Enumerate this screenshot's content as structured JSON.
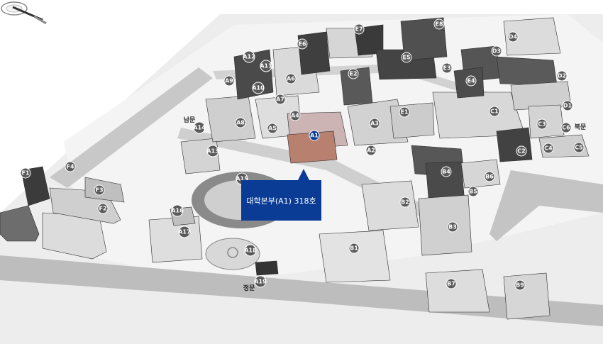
{
  "map": {
    "callout": {
      "label": "대학본부(A1) 318호"
    },
    "highlight": {
      "id": "A1"
    },
    "markers": [
      "A2",
      "A3",
      "A4",
      "A5",
      "A6",
      "A7",
      "A8",
      "A9",
      "A10",
      "A11",
      "A12",
      "A13",
      "A14",
      "A15",
      "A16",
      "A17",
      "A18",
      "A19",
      "B1",
      "B2",
      "B3",
      "B4",
      "B5",
      "B6",
      "B7",
      "B9",
      "C1",
      "C2",
      "C3",
      "C4",
      "C5",
      "C6",
      "D1",
      "D2",
      "D3",
      "D4",
      "E1",
      "E2",
      "E3",
      "E4",
      "E5",
      "E6",
      "E7",
      "E8",
      "F1",
      "F2",
      "F3",
      "F4"
    ],
    "gates": {
      "south_gate": "남문",
      "main_gate": "정문",
      "north_gate": "북문"
    },
    "colors": {
      "highlight_marker": "#0a3c96",
      "callout_bg": "#0a3c96",
      "marker": "#5a5a5a",
      "ground": "#ededed",
      "road": "#b9b9b9"
    },
    "icons": {
      "compass": "compass-icon"
    }
  }
}
